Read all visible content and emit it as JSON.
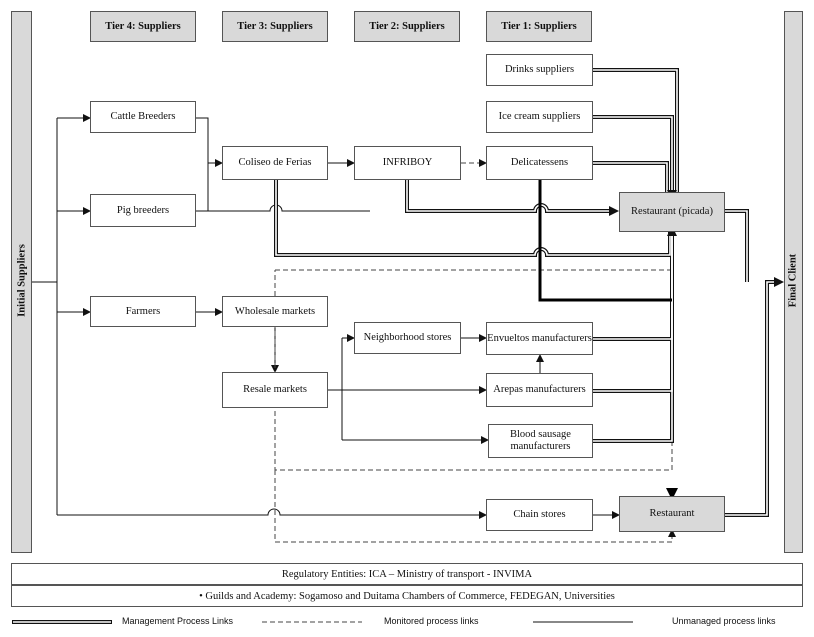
{
  "tiers": [
    "Tier 4: Suppliers",
    "Tier 3: Suppliers",
    "Tier 2: Suppliers",
    "Tier 1: Suppliers"
  ],
  "side": {
    "left": "Initial Suppliers",
    "right": "Final Client"
  },
  "nodes": {
    "drinks": "Drinks suppliers",
    "icecream": "Ice cream suppliers",
    "cattle": "Cattle Breeders",
    "coliseo": "Coliseo de Ferias",
    "infriboy": "INFRIBOY",
    "delicatessens": "Delicatessens",
    "pig": "Pig breeders",
    "restaurant_picada": "Restaurant (picada)",
    "farmers": "Farmers",
    "wholesale": "Wholesale markets",
    "neighborhood": "Neighborhood stores",
    "envueltos": "Envueltos manufacturers",
    "resale": "Resale markets",
    "arepas": "Arepas manufacturers",
    "blood": "Blood sausage manufacturers",
    "chain": "Chain stores",
    "restaurant": "Restaurant"
  },
  "bands": {
    "regulatory": "Regulatory Entities: ICA – Ministry of transport - INVIMA",
    "guilds": "• Guilds and Academy: Sogamoso and Duitama Chambers of Commerce, FEDEGAN, Universities"
  },
  "legend": {
    "management": "Management Process Links",
    "monitored": "Monitored process links",
    "unmanaged": "Unmanaged process links"
  }
}
